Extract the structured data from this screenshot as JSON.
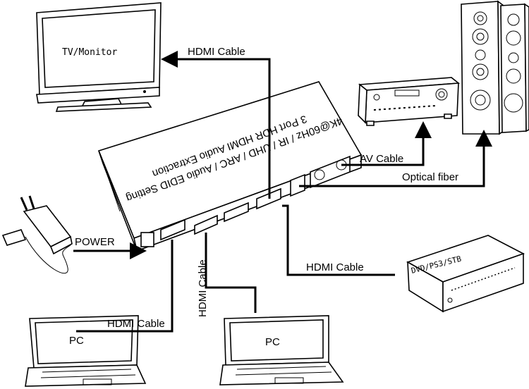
{
  "devices": {
    "tv": "TV/Monitor",
    "dvd": "DVD/PS3/STB",
    "pc_left": "PC",
    "pc_right": "PC"
  },
  "extractor": {
    "title": "3 Port HDR HDMI Audio Extraction",
    "subtitle": "4K@60Hz / IR / UHD / ARC / Audio EDID Setting"
  },
  "connections": {
    "tv_cable": "HDMI Cable",
    "av_cable": "AV Cable",
    "optical": "Optical fiber",
    "power": "POWER",
    "dvd_cable": "HDMI Cable",
    "pc_left_cable": "HDMI Cable",
    "pc_right_cable": "HDMI Cable"
  }
}
